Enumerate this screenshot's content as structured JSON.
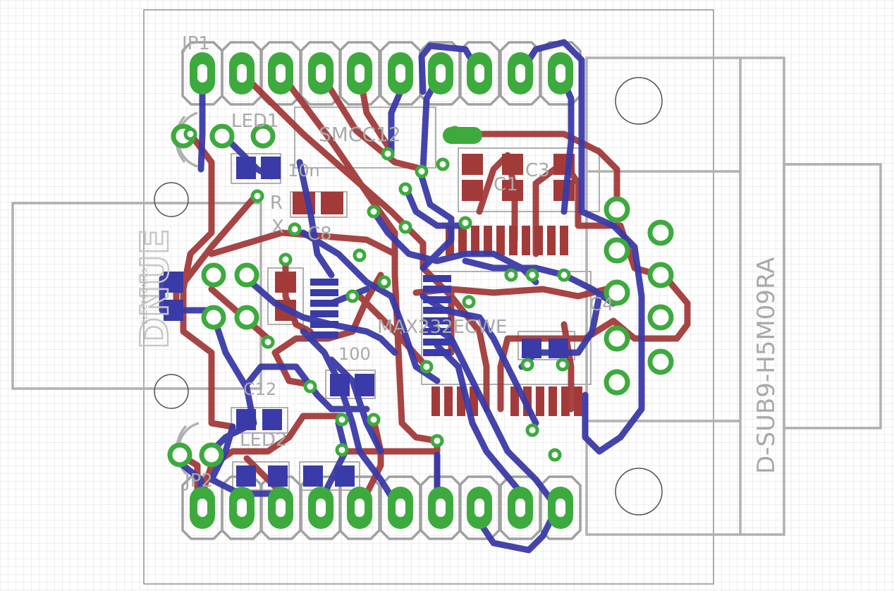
{
  "colors": {
    "background": "#ffffff",
    "grid": "#dcdcdc",
    "outline": "#b0b0b0",
    "silkscreen": "#a9a9a9",
    "top_copper": "#a33a3a",
    "bottom_copper": "#3a3aa8",
    "via_pad": "#3daa3d"
  },
  "labels": {
    "jp1": "JP1",
    "led1": "LED1",
    "smcc12": "SMCC12",
    "r": "R",
    "x": "X",
    "c1": "C1",
    "c3": "C3",
    "c4": "C4",
    "c8": "C8",
    "n10": "10n",
    "n100": "100",
    "c12": "C12",
    "led2": "LED2",
    "jp2": "JP2",
    "ic": "MAX232ECWE",
    "connector": "D-SUB9-H5M09RA",
    "logo_small": "ELECTRONICS"
  }
}
